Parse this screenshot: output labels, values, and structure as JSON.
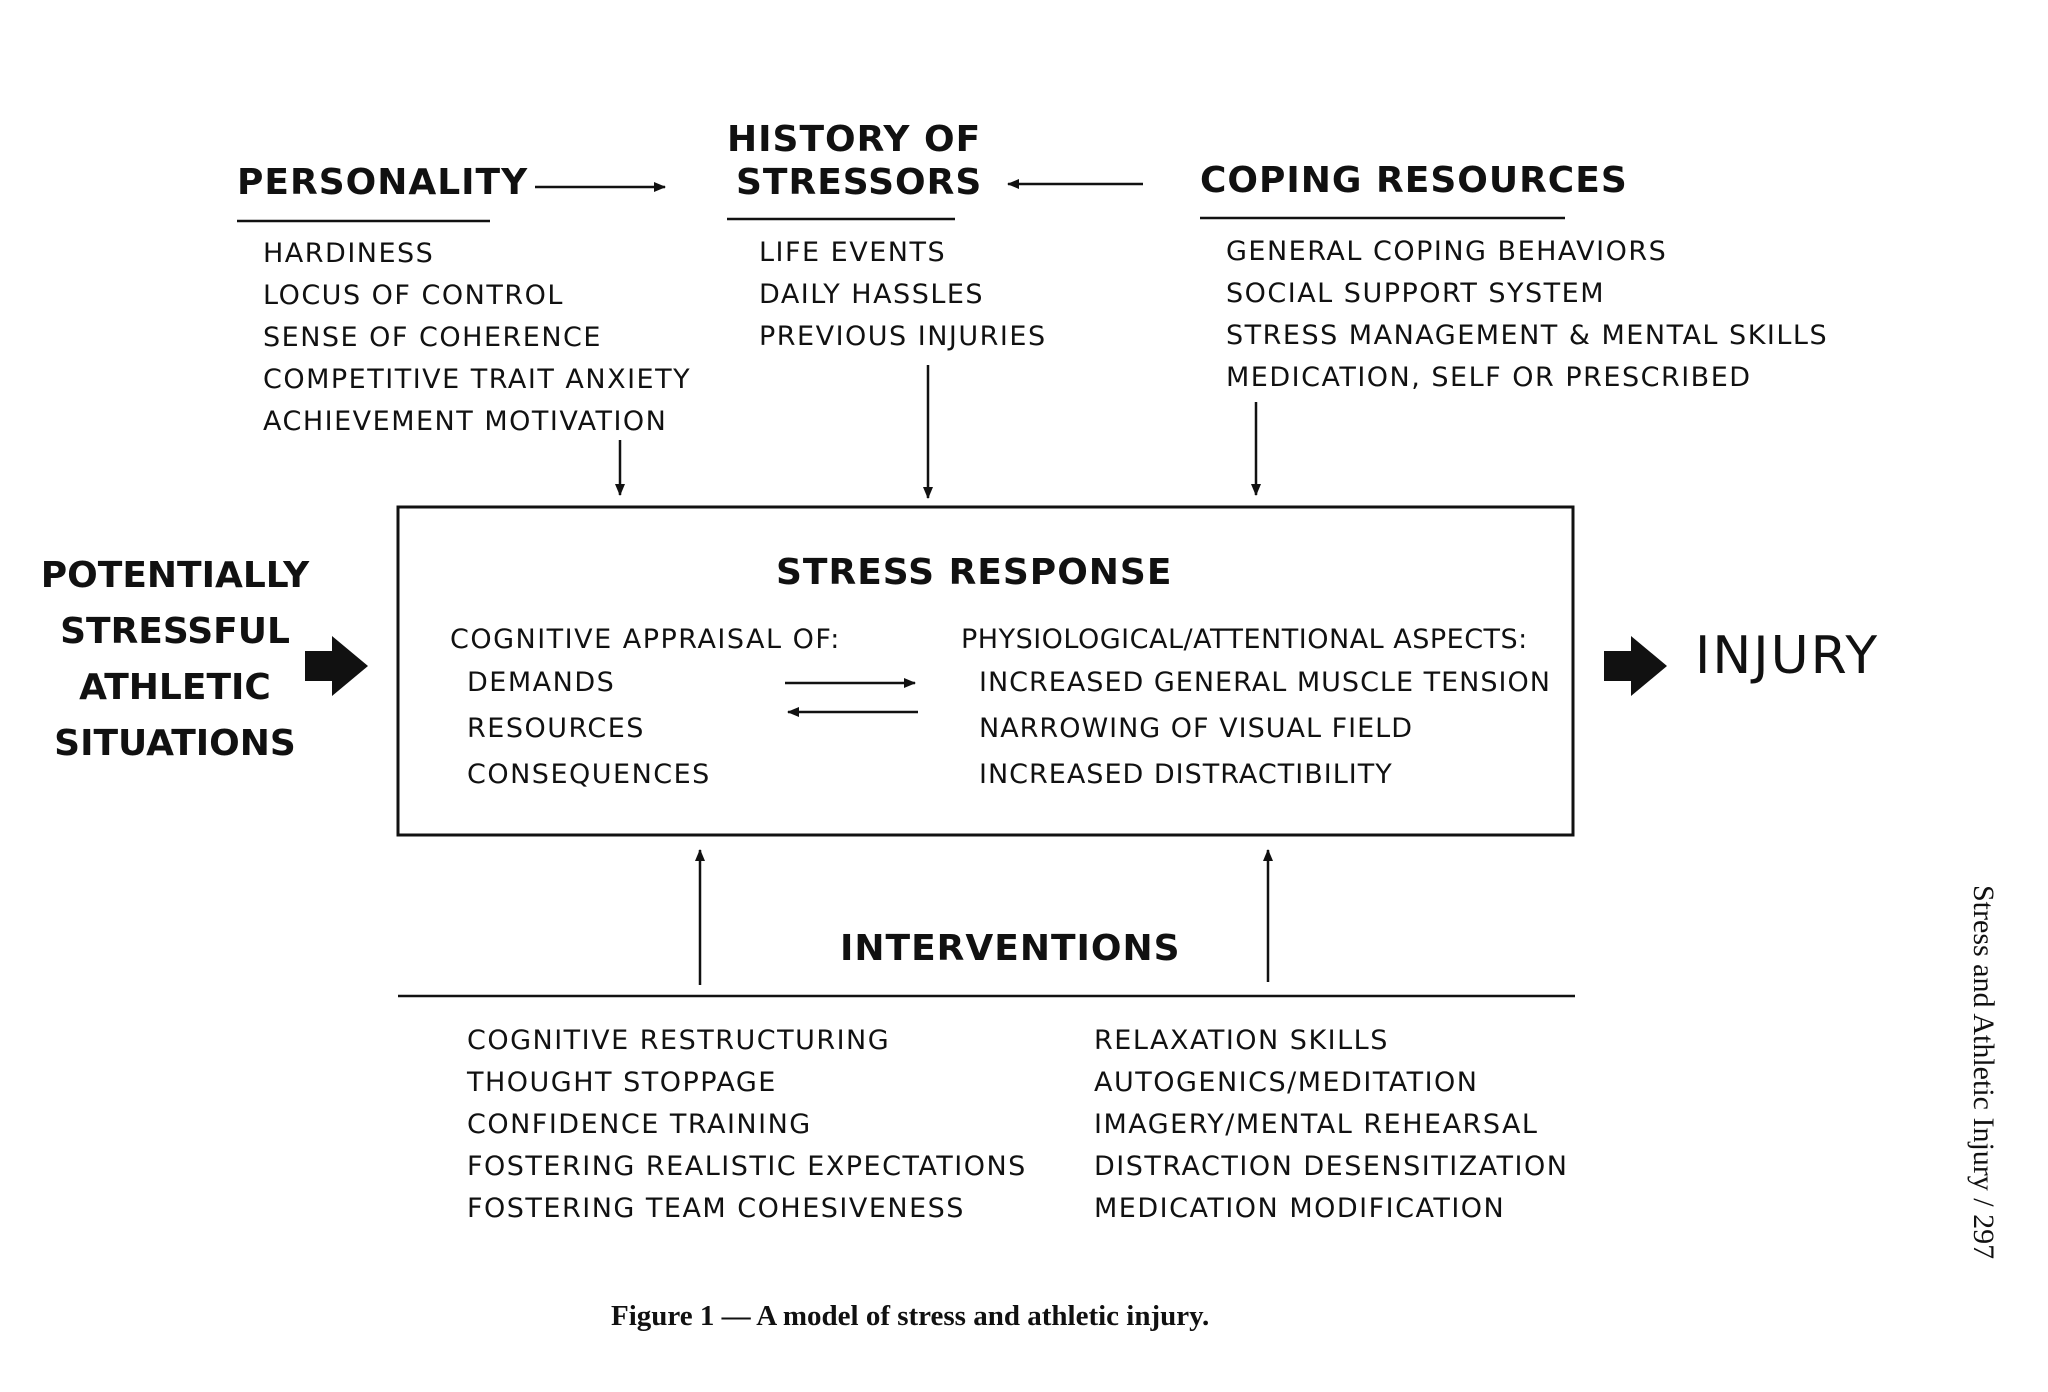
{
  "personality": {
    "heading": "PERSONALITY",
    "items": [
      "HARDINESS",
      "LOCUS OF CONTROL",
      "SENSE OF COHERENCE",
      "COMPETITIVE TRAIT ANXIETY",
      "ACHIEVEMENT MOTIVATION"
    ]
  },
  "history": {
    "heading_line1": "HISTORY OF",
    "heading_line2": "STRESSORS",
    "items": [
      "LIFE EVENTS",
      "DAILY HASSLES",
      "PREVIOUS INJURIES"
    ]
  },
  "coping": {
    "heading": "COPING RESOURCES",
    "items": [
      "GENERAL COPING BEHAVIORS",
      "SOCIAL SUPPORT SYSTEM",
      "STRESS MANAGEMENT & MENTAL SKILLS",
      "MEDICATION, SELF OR PRESCRIBED"
    ]
  },
  "situations": {
    "lines": [
      "POTENTIALLY",
      "STRESSFUL",
      "ATHLETIC",
      "SITUATIONS"
    ]
  },
  "stress_response": {
    "heading": "STRESS RESPONSE",
    "cognitive_heading": "COGNITIVE APPRAISAL OF:",
    "cognitive_items": [
      "DEMANDS",
      "RESOURCES",
      "CONSEQUENCES"
    ],
    "physio_heading": "PHYSIOLOGICAL/ATTENTIONAL ASPECTS:",
    "physio_items": [
      "INCREASED GENERAL MUSCLE TENSION",
      "NARROWING OF VISUAL FIELD",
      "INCREASED DISTRACTIBILITY"
    ]
  },
  "outcome": {
    "label": "INJURY"
  },
  "interventions": {
    "heading": "INTERVENTIONS",
    "left_items": [
      "COGNITIVE RESTRUCTURING",
      "THOUGHT STOPPAGE",
      "CONFIDENCE TRAINING",
      "FOSTERING REALISTIC EXPECTATIONS",
      "FOSTERING TEAM COHESIVENESS"
    ],
    "right_items": [
      "RELAXATION SKILLS",
      "AUTOGENICS/MEDITATION",
      "IMAGERY/MENTAL REHEARSAL",
      "DISTRACTION DESENSITIZATION",
      "MEDICATION MODIFICATION"
    ]
  },
  "caption": "Figure 1 — A model of stress and athletic injury.",
  "running_head": "Stress and Athletic Injury / 297"
}
